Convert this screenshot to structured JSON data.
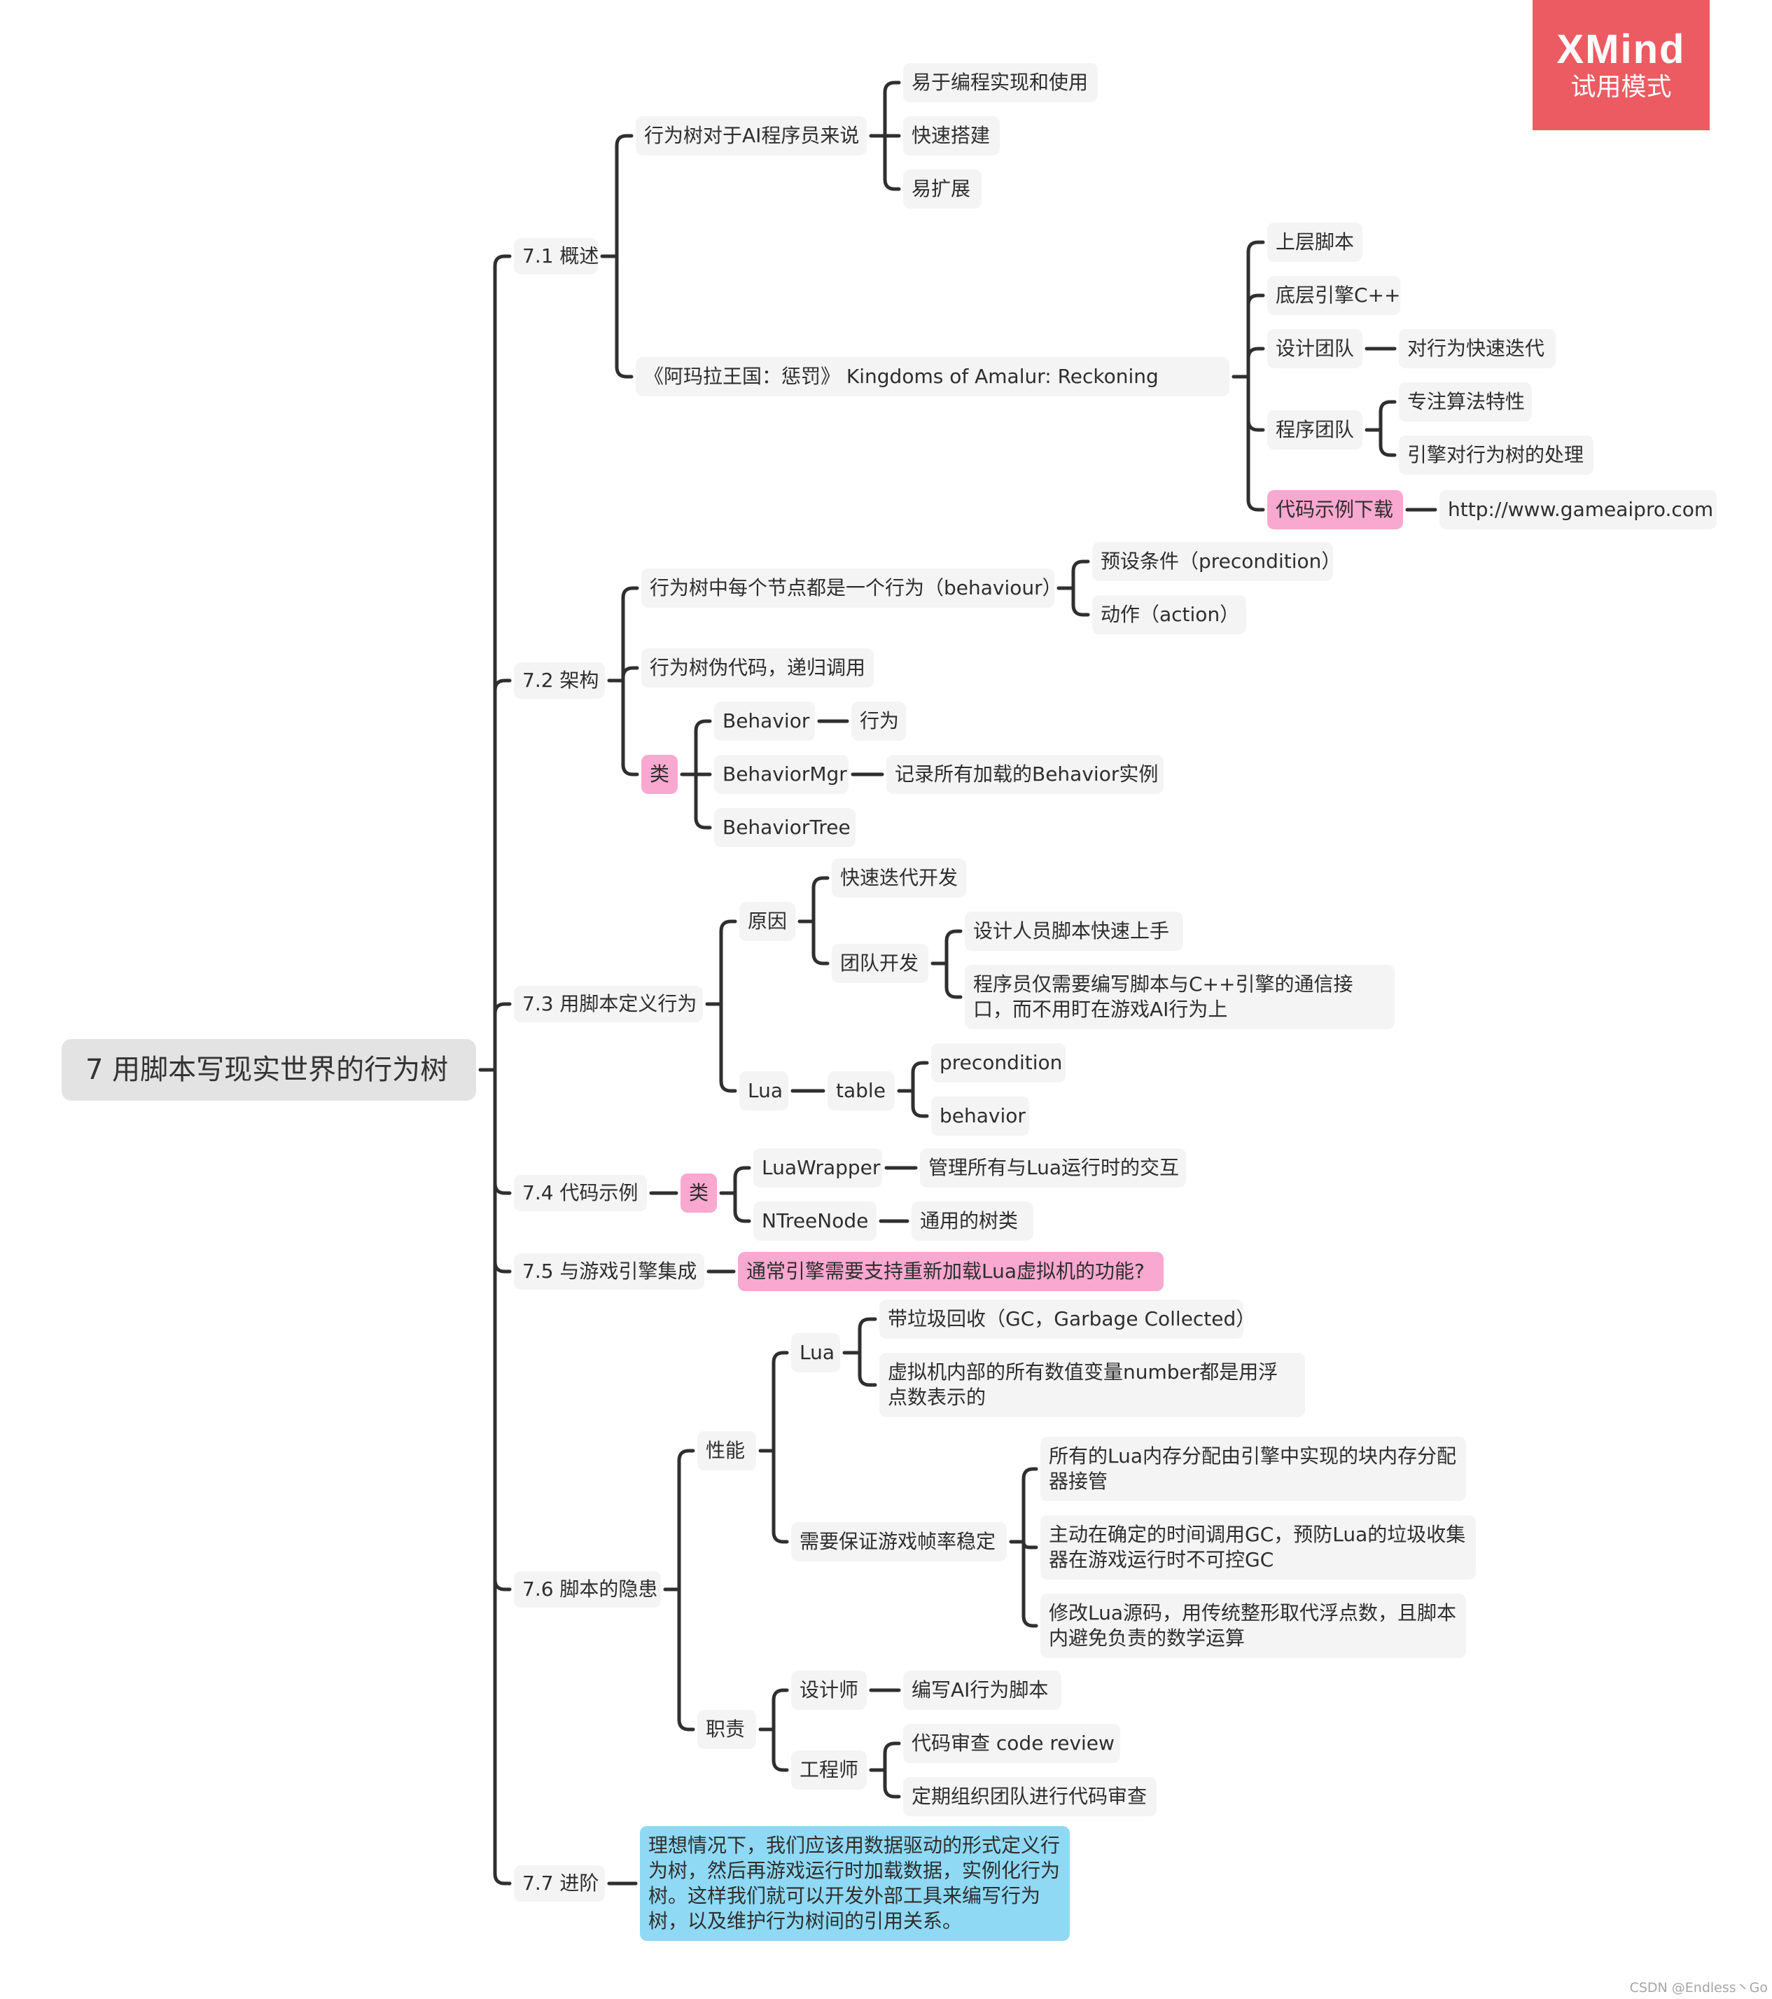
{
  "badge": {
    "brand": "XMind",
    "mode": "试用模式"
  },
  "footer": {
    "text": "CSDN @Endless丶Go"
  },
  "mindmap": {
    "root": "7 用脚本写现实世界的行为树",
    "s1": {
      "label": "7.1 概述",
      "a": "行为树对于AI程序员来说",
      "a1": "易于编程实现和使用",
      "a2": "快速搭建",
      "a3": "易扩展",
      "b": "《阿玛拉王国：惩罚》 Kingdoms of Amalur: Reckoning",
      "b1": "上层脚本",
      "b2": "底层引擎C++",
      "b3": "设计团队",
      "b3a": "对行为快速迭代",
      "b4": "程序团队",
      "b4a": "专注算法特性",
      "b4b": "引擎对行为树的处理",
      "b5": "代码示例下载",
      "b5a": "http://www.gameaipro.com"
    },
    "s2": {
      "label": "7.2 架构",
      "a": "行为树中每个节点都是一个行为（behaviour）",
      "a1": "预设条件（precondition）",
      "a2": "动作（action）",
      "b": "行为树伪代码，递归调用",
      "c": "类",
      "c1": "Behavior",
      "c1a": "行为",
      "c2": "BehaviorMgr",
      "c2a": "记录所有加载的Behavior实例",
      "c3": "BehaviorTree"
    },
    "s3": {
      "label": "7.3 用脚本定义行为",
      "a": "原因",
      "a1": "快速迭代开发",
      "a2": "团队开发",
      "a2a": "设计人员脚本快速上手",
      "a2b": "程序员仅需要编写脚本与C++引擎的通信接口，而不用盯在游戏AI行为上",
      "b": "Lua",
      "b1": "table",
      "b1a": "precondition",
      "b1b": "behavior"
    },
    "s4": {
      "label": "7.4 代码示例",
      "a": "类",
      "a1": "LuaWrapper",
      "a1a": "管理所有与Lua运行时的交互",
      "a2": "NTreeNode",
      "a2a": "通用的树类"
    },
    "s5": {
      "label": "7.5 与游戏引擎集成",
      "a": "通常引擎需要支持重新加载Lua虚拟机的功能?"
    },
    "s6": {
      "label": "7.6 脚本的隐患",
      "a": "性能",
      "a1": "Lua",
      "a1a": "带垃圾回收（GC，Garbage Collected）",
      "a1b": "虚拟机内部的所有数值变量number都是用浮点数表示的",
      "a2": "需要保证游戏帧率稳定",
      "a2a": "所有的Lua内存分配由引擎中实现的块内存分配器接管",
      "a2b": "主动在确定的时间调用GC，预防Lua的垃圾收集器在游戏运行时不可控GC",
      "a2c": "修改Lua源码，用传统整形取代浮点数，且脚本内避免负责的数学运算",
      "b": "职责",
      "b1": "设计师",
      "b1a": "编写AI行为脚本",
      "b2": "工程师",
      "b2a": "代码审查 code review",
      "b2b": "定期组织团队进行代码审查"
    },
    "s7": {
      "label": "7.7 进阶",
      "a": "理想情况下，我们应该用数据驱动的形式定义行为树，然后再游戏运行时加载数据，实例化行为树。这样我们就可以开发外部工具来编写行为树，以及维护行为树间的引用关系。"
    }
  }
}
